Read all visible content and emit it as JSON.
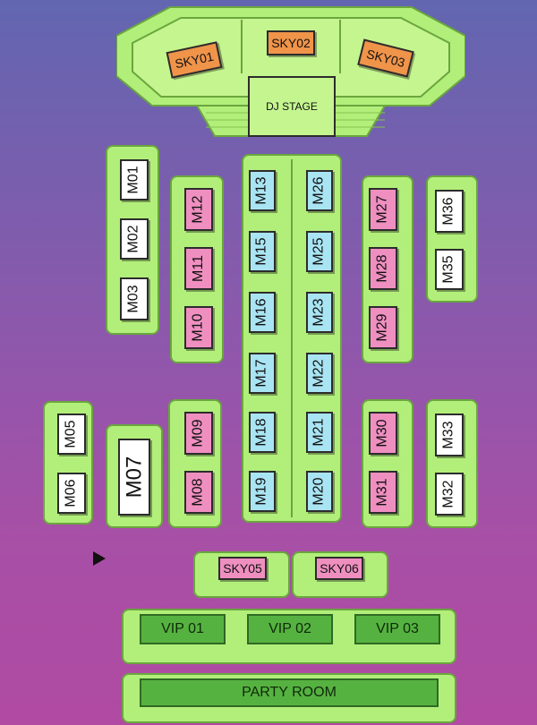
{
  "stage_label": "DJ STAGE",
  "sky_tables": {
    "sky01": "SKY01",
    "sky02": "SKY02",
    "sky03": "SKY03",
    "sky05": "SKY05",
    "sky06": "SKY06"
  },
  "tables": {
    "m01": "M01",
    "m02": "M02",
    "m03": "M03",
    "m05": "M05",
    "m06": "M06",
    "m07": "M07",
    "m08": "M08",
    "m09": "M09",
    "m10": "M10",
    "m11": "M11",
    "m12": "M12",
    "m13": "M13",
    "m15": "M15",
    "m16": "M16",
    "m17": "M17",
    "m18": "M18",
    "m19": "M19",
    "m20": "M20",
    "m21": "M21",
    "m22": "M22",
    "m23": "M23",
    "m25": "M25",
    "m26": "M26",
    "m27": "M27",
    "m28": "M28",
    "m29": "M29",
    "m30": "M30",
    "m31": "M31",
    "m32": "M32",
    "m33": "M33",
    "m35": "M35",
    "m36": "M36"
  },
  "vip": {
    "vip01": "VIP 01",
    "vip02": "VIP 02",
    "vip03": "VIP 03",
    "party": "PARTY ROOM"
  },
  "colors": {
    "lime": "#b2ef7a",
    "pink": "#ef8fc0",
    "blue": "#a9e4f3",
    "orange": "#f0944a",
    "vip_green": "#56b240"
  }
}
